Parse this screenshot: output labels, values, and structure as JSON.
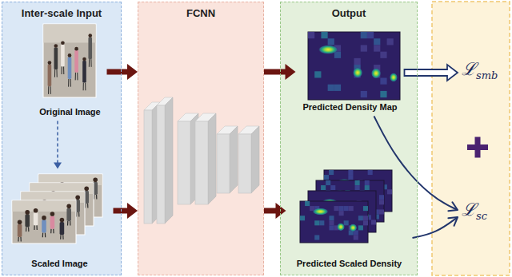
{
  "diagram": {
    "nodes": [
      {
        "text": [
          "Inter-scale Input"
        ]
      },
      {
        "text": [
          "Original Image"
        ],
        "in": 0
      },
      {
        "text": [
          "Scaled Image"
        ],
        "in": 0
      },
      {
        "text": [
          "FCNN"
        ]
      },
      {
        "text": [
          "Output"
        ]
      },
      {
        "text": [
          "Predicted Density Map"
        ],
        "in": 4
      },
      {
        "text": [
          "Predicted Scaled Density"
        ],
        "in": 4
      },
      {
        "text": [
          "ℒsmb"
        ]
      },
      {
        "text": [
          "ℒsc"
        ]
      }
    ],
    "edges": [
      {
        "from": 1,
        "to": 2,
        "arrow": "to"
      },
      {
        "from": 1,
        "to": 3,
        "arrow": "to"
      },
      {
        "from": 2,
        "to": 3,
        "arrow": "to"
      },
      {
        "from": 3,
        "to": 5,
        "arrow": "to"
      },
      {
        "from": 3,
        "to": 6,
        "arrow": "to"
      },
      {
        "from": 5,
        "to": 7,
        "arrow": "to"
      },
      {
        "from": 5,
        "to": 8,
        "arrow": "to"
      },
      {
        "from": 6,
        "to": 8,
        "arrow": "to"
      }
    ]
  }
}
